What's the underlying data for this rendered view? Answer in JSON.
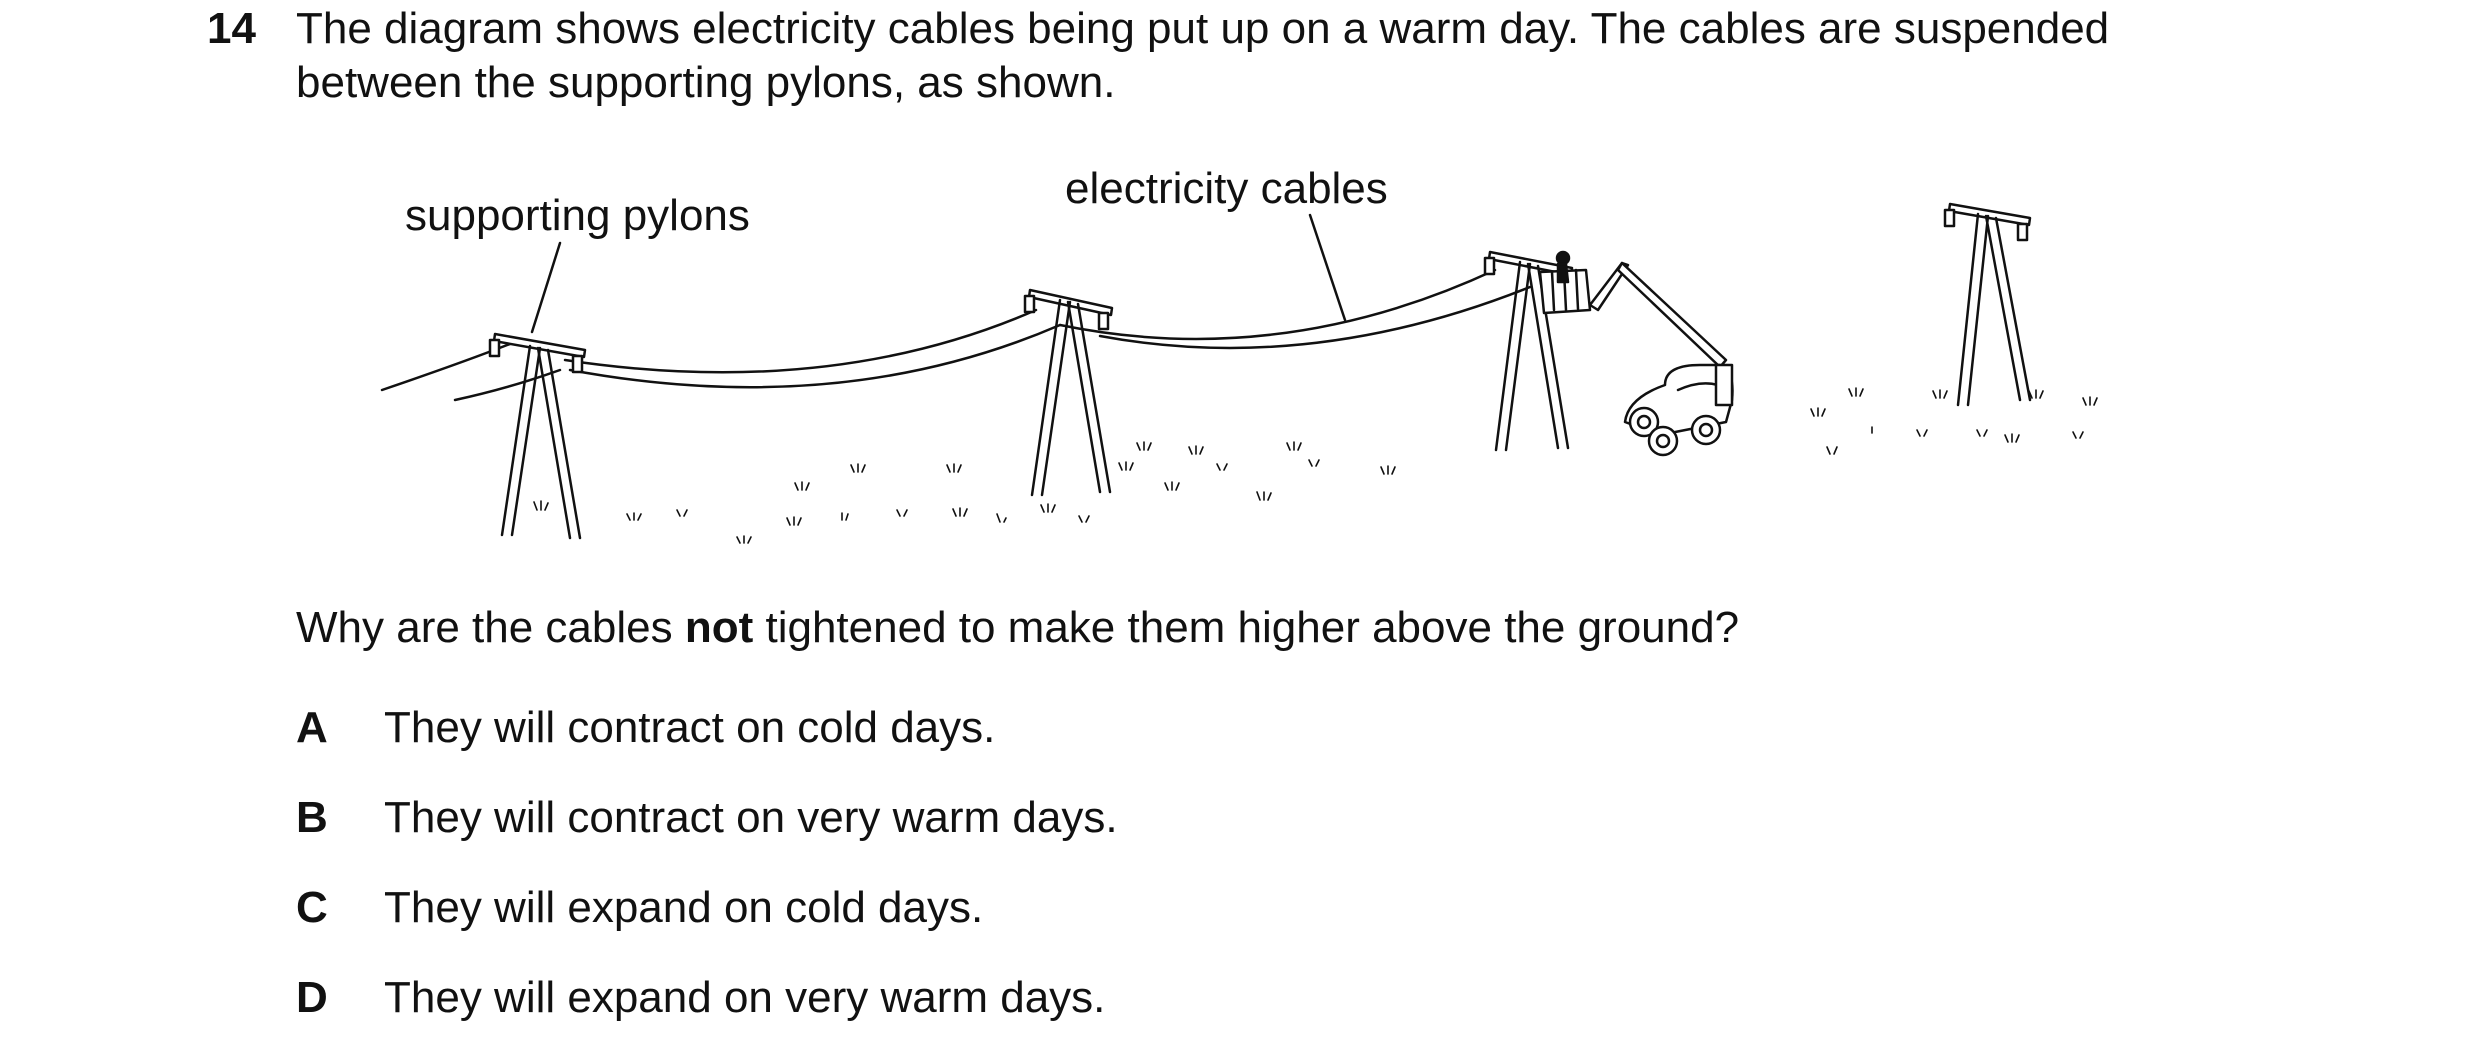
{
  "question": {
    "number": "14",
    "stem_line1": "The diagram shows electricity cables being put up on a warm day. The cables are suspended",
    "stem_line2": "between the supporting pylons, as shown.",
    "prompt_before": "Why are the cables ",
    "prompt_bold": "not",
    "prompt_after": " tightened to make them higher above the ground?"
  },
  "diagram": {
    "label_pylons": "supporting pylons",
    "label_cables": "electricity cables"
  },
  "options": [
    {
      "letter": "A",
      "text": "They will contract on cold days."
    },
    {
      "letter": "B",
      "text": "They will contract on very warm days."
    },
    {
      "letter": "C",
      "text": "They will expand on cold days."
    },
    {
      "letter": "D",
      "text": "They will expand on very warm days."
    }
  ]
}
